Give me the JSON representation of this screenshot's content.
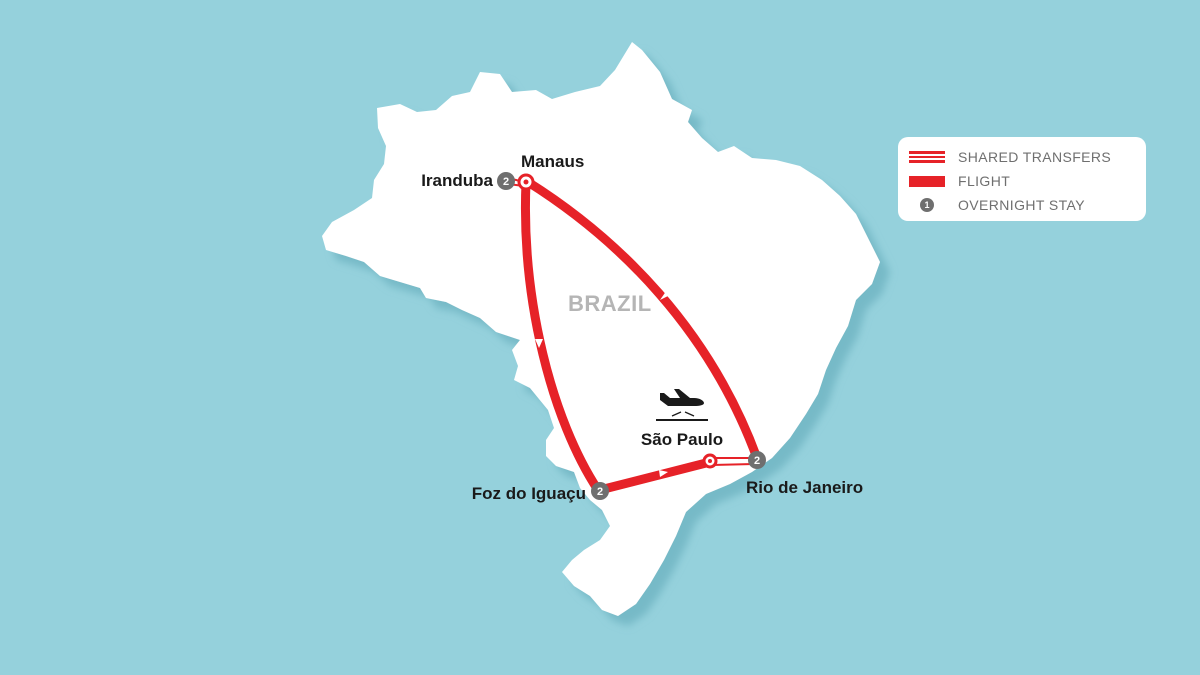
{
  "map": {
    "country": "BRAZIL",
    "route_color": "#e62228",
    "land_color": "#ffffff",
    "water_color": "#95d1dc",
    "airport_icon": "plane-landing-icon",
    "cities": [
      {
        "id": "manaus",
        "name": "Manaus"
      },
      {
        "id": "iranduba",
        "name": "Iranduba",
        "nights": "2"
      },
      {
        "id": "foz",
        "name": "Foz do Iguaçu",
        "nights": "2"
      },
      {
        "id": "saopaulo",
        "name": "São Paulo"
      },
      {
        "id": "rio",
        "name": "Rio de Janeiro",
        "nights": "2"
      }
    ]
  },
  "legend": {
    "items": [
      {
        "label": "SHARED TRANSFERS",
        "type": "transfer"
      },
      {
        "label": "FLIGHT",
        "type": "flight"
      },
      {
        "label": "OVERNIGHT STAY",
        "type": "overnight",
        "badge": "1"
      }
    ]
  }
}
